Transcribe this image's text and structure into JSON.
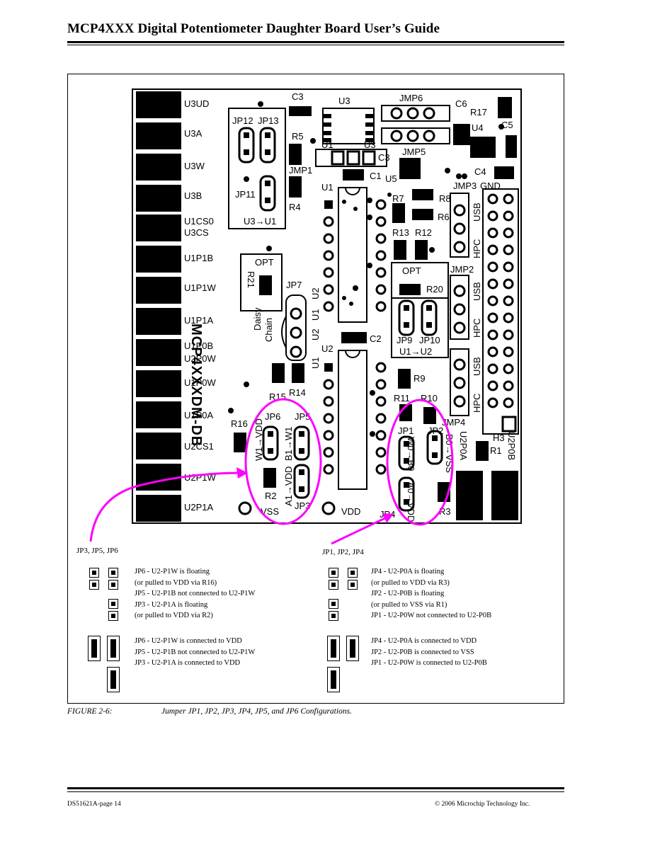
{
  "header": {
    "title": "MCP4XXX Digital Potentiometer Daughter Board User’s Guide"
  },
  "board": {
    "edge_labels": [
      "U3UD",
      "U3A",
      "U3W",
      "U3B",
      "U1CS0",
      "U3CS",
      "U1P1B",
      "U1P1W",
      "U1P1A",
      "U1P0B",
      "U2P0W",
      "U1P0W",
      "U1P0A",
      "U2CS1",
      "U2P1W",
      "U2P1A"
    ],
    "board_name": "MCP4XXXDM-DB",
    "components": {
      "c3": "C3",
      "u3": "U3",
      "jmp6": "JMP6",
      "c6": "C6",
      "r17": "R17",
      "c5": "C5",
      "u4": "U4",
      "jp12": "JP12",
      "jp13": "JP13",
      "r5": "R5",
      "u1a": "U1",
      "u3b": "U3",
      "c3b": "C3",
      "jmp5": "JMP5",
      "jmp1": "JMP1",
      "c1": "C1",
      "u5": "U5",
      "c4": "C4",
      "jmp3": "JMP3",
      "gnd": "GND",
      "jp11": "JP11",
      "r4": "R4",
      "u1": "U1",
      "r7": "R7",
      "r8": "R8",
      "r6": "R6",
      "u3u1": "U3→U1",
      "r13": "R13",
      "r12": "R12",
      "opt1": "OPT",
      "r21": "R21",
      "opt2": "OPT",
      "r20": "R20",
      "jmp2": "JMP2",
      "jp7": "JP7",
      "u2a": "U2",
      "u1b": "U1",
      "u2b": "U2",
      "daisy": "Daisy",
      "chain": "Chain",
      "u1c": "U1",
      "u2c": "U2",
      "jp9": "JP9",
      "jp10": "JP10",
      "u1u2": "U1→U2",
      "c2": "C2",
      "r9": "R9",
      "r15": "R15",
      "r14": "R14",
      "r11": "R11",
      "r10": "R10",
      "jmp4": "JMP4",
      "r16": "R16",
      "jp6": "JP6",
      "jp5": "JP5",
      "w1vdd": "W1→VDD",
      "b1w1": "B1→W1",
      "jp1": "JP1",
      "jp2": "JP2",
      "w0b0": "W0→B0",
      "b0vss": "B0→VSS",
      "u2p0a": "U2P0A",
      "r1": "R1",
      "h3": "H3",
      "u2p0b": "U2P0B",
      "r2": "R2",
      "a1vdd": "A1→VDD",
      "jp3": "JP3",
      "vss": "VSS",
      "vdd": "VDD",
      "jp4": "JP4",
      "a0vdd": "A0→VDD",
      "r3": "R3",
      "usb": "USB",
      "hpc": "HPC"
    }
  },
  "callouts": {
    "left": "JP3, JP5, JP6",
    "right": "JP1, JP2, JP4"
  },
  "config_left_open": [
    "JP6 - U2-P1W is floating",
    "(or pulled to VDD via R16)",
    "JP5 - U2-P1B not connected to U2-P1W",
    "JP3 - U2-P1A is floating",
    "(or pulled to VDD via R2)"
  ],
  "config_left_shorted": [
    "JP6 - U2-P1W is connected to VDD",
    "JP5 - U2-P1B not connected to U2-P1W",
    "JP3 - U2-P1A is connected to VDD"
  ],
  "config_right_open": [
    "JP4 - U2-P0A is floating",
    "(or pulled to VDD via R3)",
    "JP2 - U2-P0B is floating",
    "(or pulled to VSS via R1)",
    "JP1 - U2-P0W not connected to U2-P0B"
  ],
  "config_right_shorted": [
    "JP4 - U2-P0A is connected to VDD",
    "JP2 - U2-P0B is connected to VSS",
    "JP1 - U2-P0W is connected to U2-P0B"
  ],
  "figure": {
    "number": "FIGURE 2-6:",
    "caption": "Jumper JP1, JP2, JP3, JP4, JP5, and JP6 Configurations."
  },
  "footer": {
    "left": "DS51621A-page 14",
    "right": "© 2006 Microchip Technology Inc."
  },
  "colors": {
    "callout": "#ff00ff",
    "ink": "#000000"
  }
}
